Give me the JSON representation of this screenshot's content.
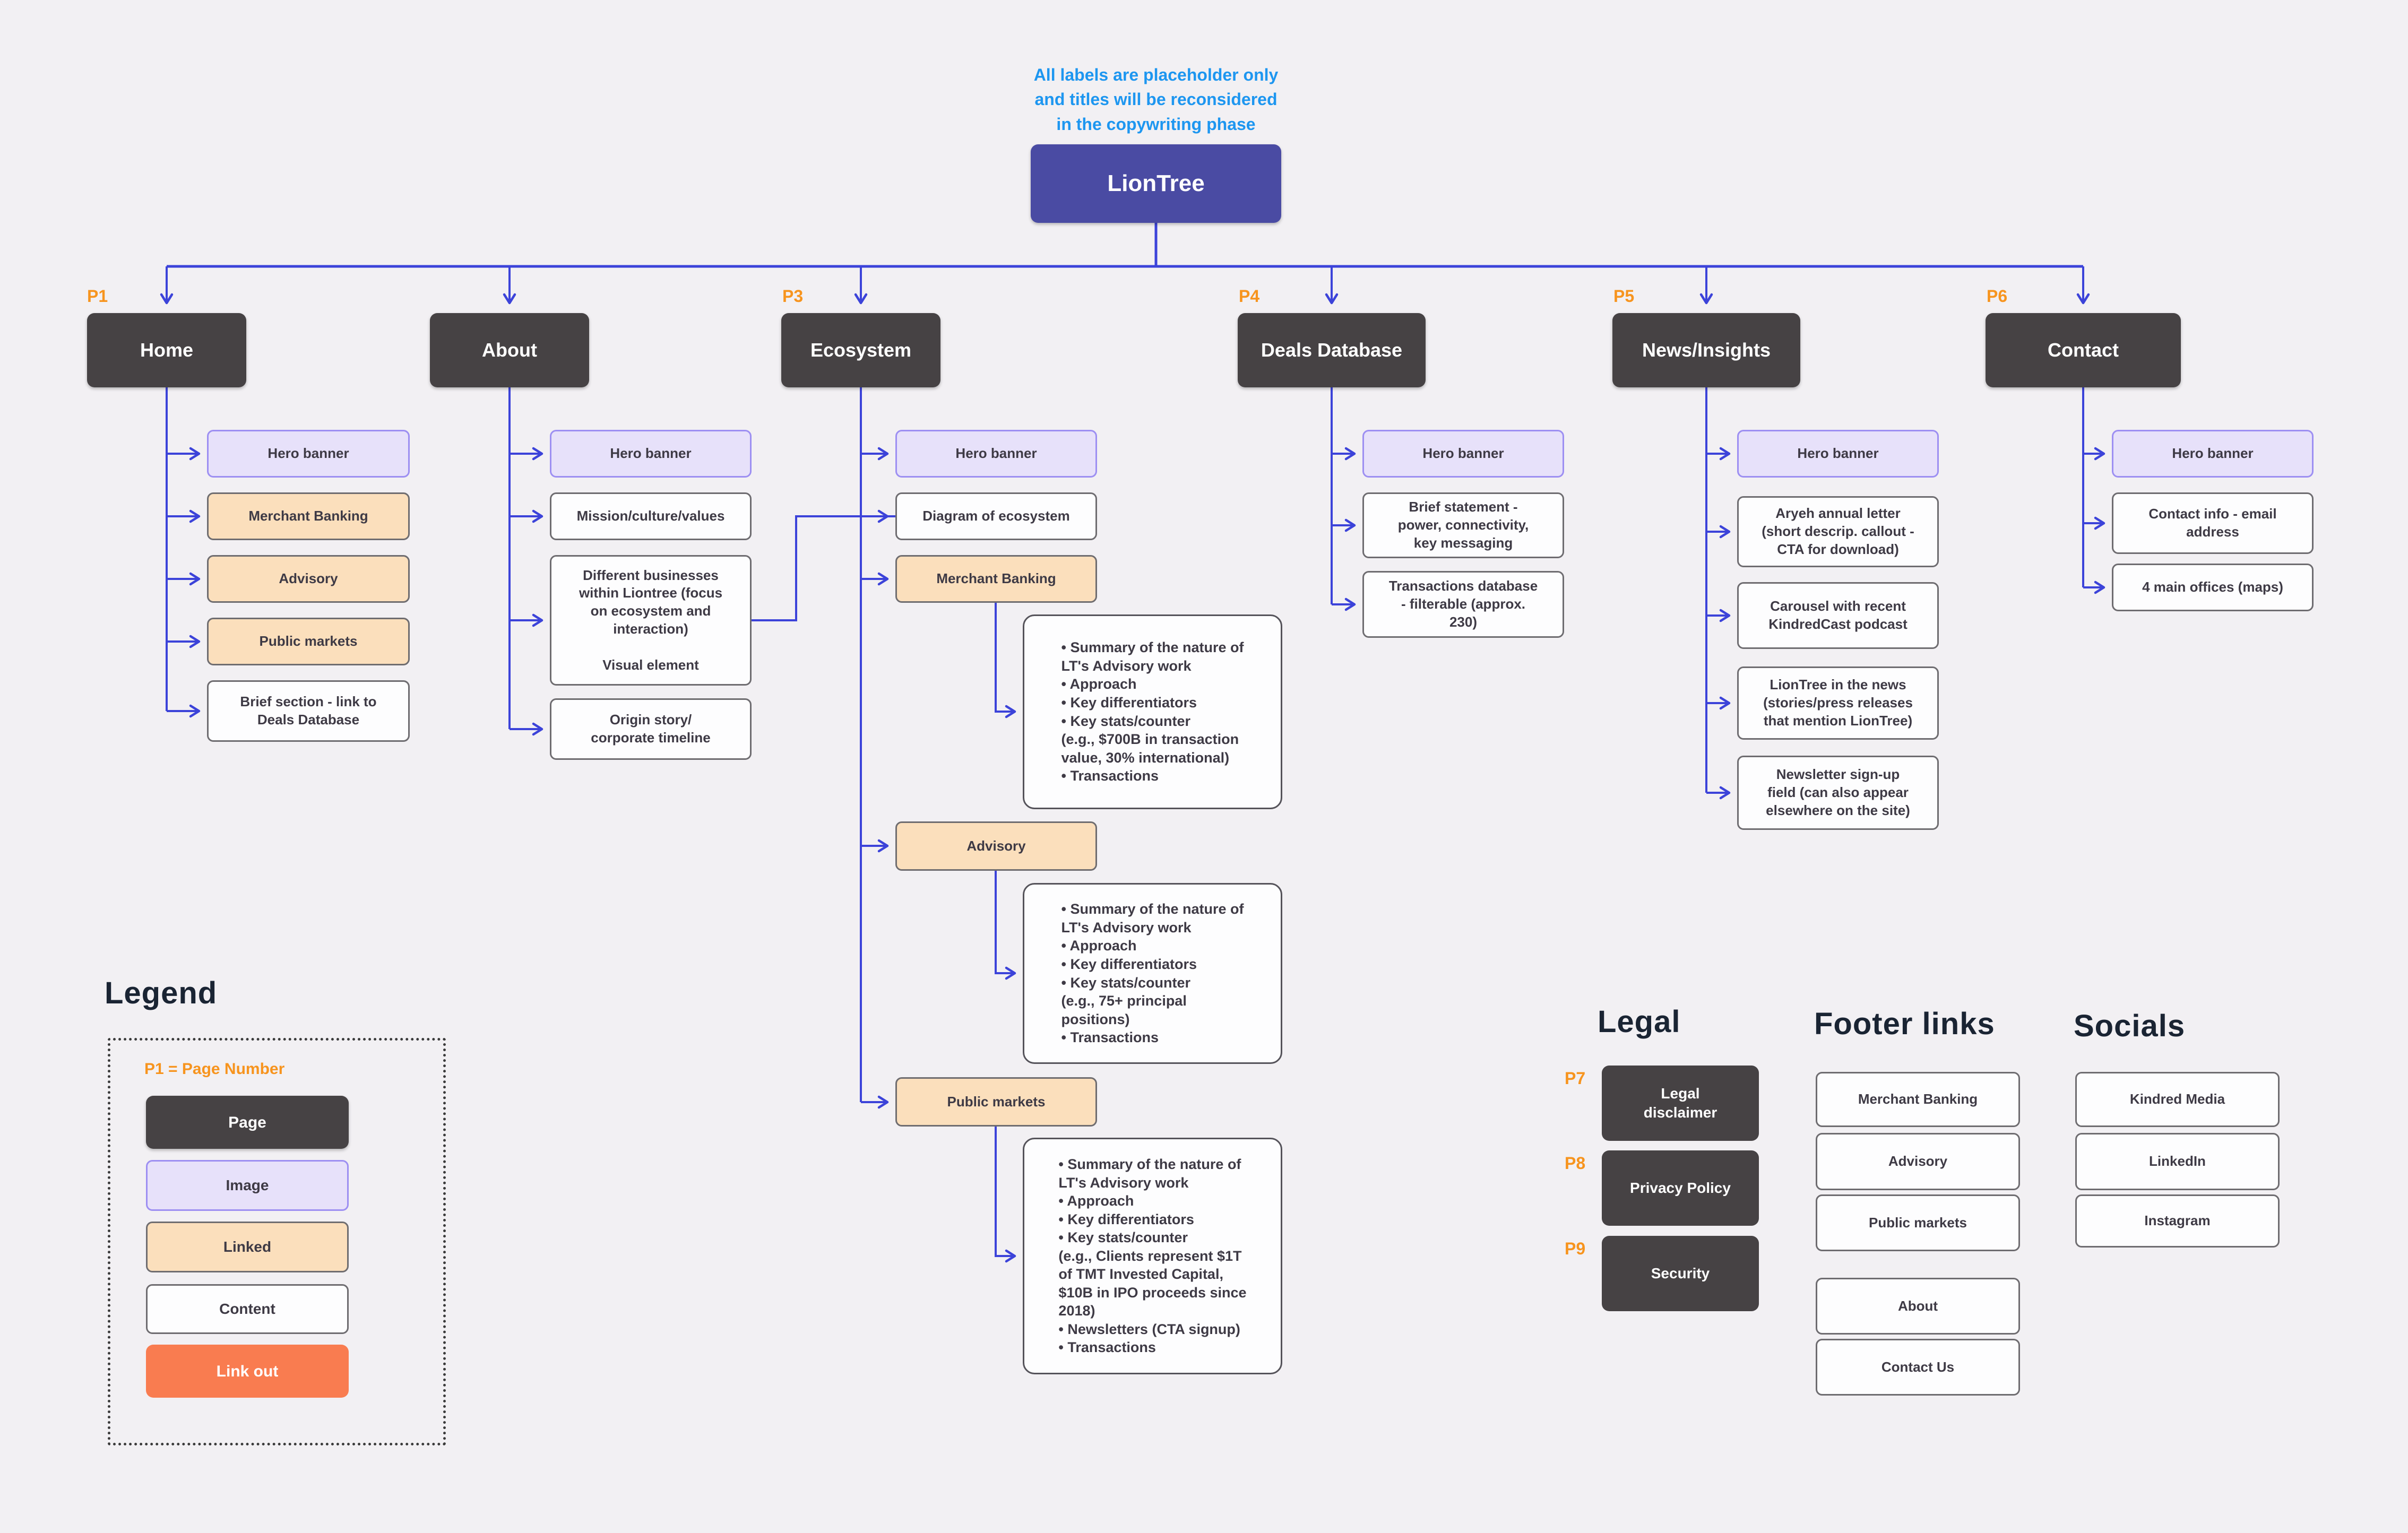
{
  "note": "All labels are placeholder only\nand titles will be reconsidered\nin the copywriting phase",
  "root": {
    "label": "LionTree"
  },
  "home": {
    "num": "P1",
    "title": "Home",
    "children": [
      "Hero banner",
      "Merchant Banking",
      "Advisory",
      "Public markets",
      "Brief section - link to\nDeals Database"
    ]
  },
  "about": {
    "title": "About",
    "children": [
      "Hero banner",
      "Mission/culture/values",
      "Different businesses\nwithin Liontree (focus\non ecosystem and\ninteraction)\n\nVisual element",
      "Origin story/\ncorporate timeline"
    ]
  },
  "ecosystem": {
    "num": "P3",
    "title": "Ecosystem",
    "children": [
      "Hero banner",
      "Diagram of ecosystem",
      "Merchant Banking",
      "Advisory",
      "Public markets"
    ],
    "details": [
      "• Summary of the nature of\nLT's Advisory work\n• Approach\n• Key differentiators\n• Key stats/counter\n(e.g., $700B in transaction\nvalue, 30% international)\n• Transactions",
      "• Summary of the nature of\nLT's Advisory work\n• Approach\n• Key differentiators\n• Key stats/counter\n(e.g., 75+ principal\npositions)\n• Transactions",
      "• Summary of the nature of\nLT's Advisory work\n• Approach\n• Key differentiators\n• Key stats/counter\n(e.g., Clients represent $1T\nof TMT Invested Capital,\n$10B in IPO proceeds since\n2018)\n• Newsletters (CTA signup)\n• Transactions"
    ]
  },
  "deals": {
    "num": "P4",
    "title": "Deals Database",
    "children": [
      "Hero banner",
      "Brief statement -\npower, connectivity,\nkey messaging",
      "Transactions database\n- filterable (approx.\n230)"
    ]
  },
  "news": {
    "num": "P5",
    "title": "News/Insights",
    "children": [
      "Hero banner",
      "Aryeh annual letter\n(short descrip. callout -\nCTA for download)",
      "Carousel with recent\nKindredCast podcast",
      "LionTree in the news\n(stories/press releases\nthat mention LionTree)",
      "Newsletter sign-up\nfield (can also appear\nelsewhere on the site)"
    ]
  },
  "contact": {
    "num": "P6",
    "title": "Contact",
    "children": [
      "Hero banner",
      "Contact info - email\naddress",
      "4 main offices (maps)"
    ]
  },
  "legend": {
    "title": "Legend",
    "note": "P1 = Page Number",
    "items": [
      "Page",
      "Image",
      "Linked",
      "Content",
      "Link out"
    ]
  },
  "legal": {
    "title": "Legal",
    "items": [
      {
        "num": "P7",
        "label": "Legal\ndisclaimer"
      },
      {
        "num": "P8",
        "label": "Privacy Policy"
      },
      {
        "num": "P9",
        "label": "Security"
      }
    ]
  },
  "footer": {
    "title": "Footer links",
    "items": [
      "Merchant Banking",
      "Advisory",
      "Public markets",
      "About",
      "Contact Us"
    ]
  },
  "socials": {
    "title": "Socials",
    "items": [
      "Kindred Media",
      "LinkedIn",
      "Instagram"
    ]
  },
  "colors": {
    "background": "#F2F0F3",
    "root_fill": "#4A4BA3",
    "page_fill": "#464244",
    "image_fill": "#E7E1FA",
    "image_border": "#9D8FF2",
    "linked_fill": "#FBDFBC",
    "content_fill": "#FDFDFE",
    "link_out_fill": "#F97C50",
    "connector": "#3C43D9",
    "page_number_text": "#F7941E",
    "note_text": "#1D96F0",
    "heading_text": "#1A2433"
  }
}
